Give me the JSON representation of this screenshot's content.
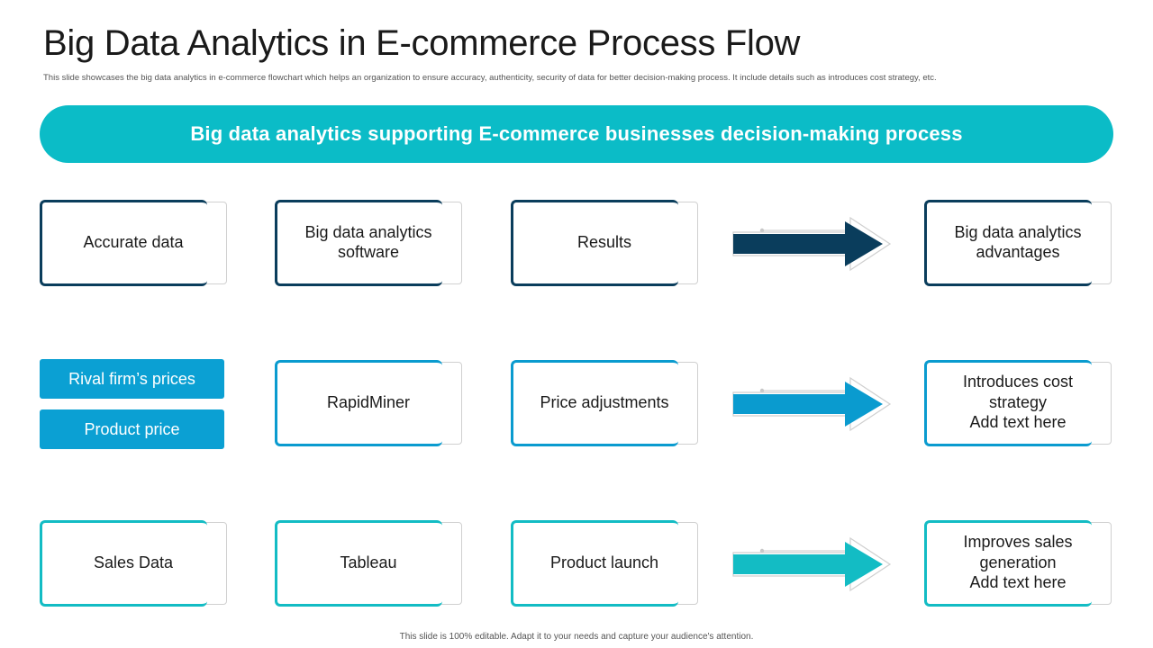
{
  "title": "Big Data Analytics in E-commerce Process Flow",
  "subtitle": "This slide showcases the big data analytics in e-commerce flowchart which helps an organization to ensure accuracy, authenticity, security of data for better decision-making process. It include details such as introduces cost strategy, etc.",
  "banner": "Big data analytics supporting E-commerce businesses decision-making process",
  "rows": [
    {
      "input": "Accurate data",
      "tool": "Big data analytics\nsoftware",
      "process": "Results",
      "outcome": "Big data analytics\nadvantages",
      "color": "#0a3d5c"
    },
    {
      "inputs": [
        "Rival firm’s prices",
        "Product price"
      ],
      "tool": "RapidMiner",
      "process": "Price adjustments",
      "outcome": "Introduces cost\nstrategy\nAdd text here",
      "color": "#0a9bcf"
    },
    {
      "input": "Sales Data",
      "tool": "Tableau",
      "process": "Product launch",
      "outcome": "Improves sales\ngeneration\nAdd text here",
      "color": "#13bcc4"
    }
  ],
  "colors": {
    "banner": "#0bbcc7",
    "chip": "#0ba0d3"
  },
  "footer": "This slide is 100% editable. Adapt it to your needs and capture your audience's attention."
}
